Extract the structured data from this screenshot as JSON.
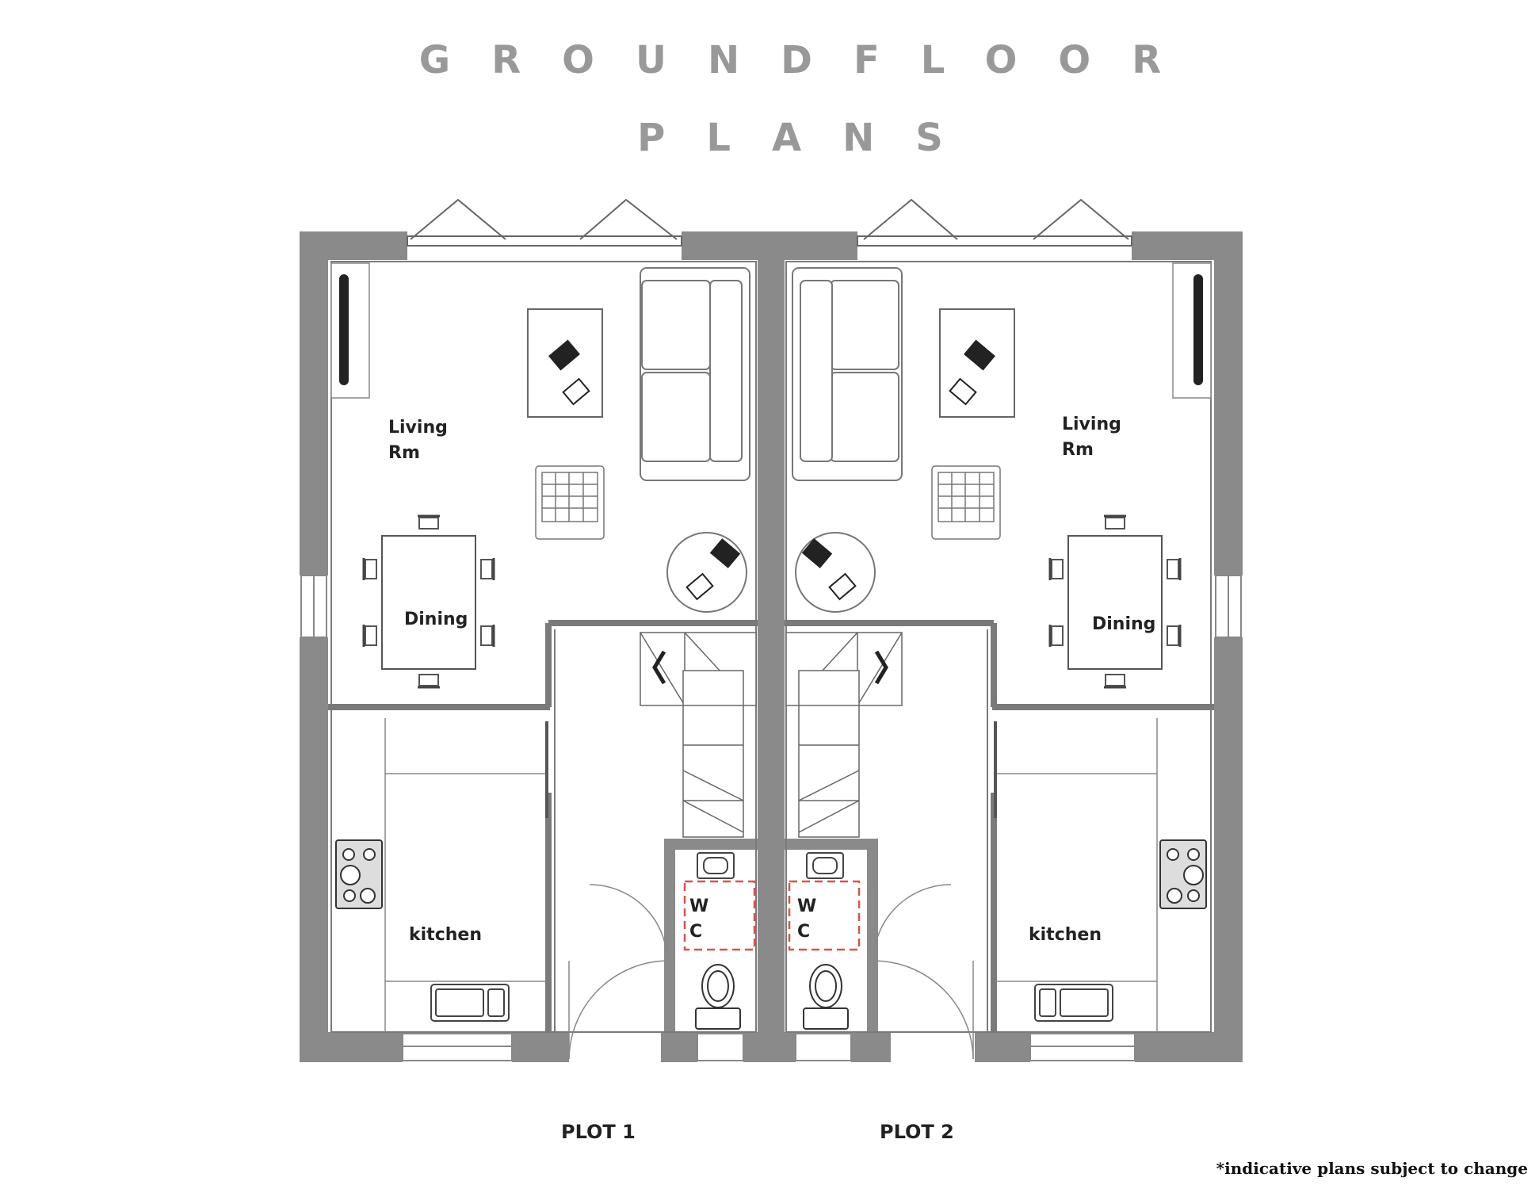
{
  "title": {
    "line1": "GROUNDFLOOR",
    "line2": "PLANS"
  },
  "plot1": {
    "name": "PLOT 1",
    "rooms": {
      "living_line1": "Living",
      "living_line2": "Rm",
      "dining": "Dining",
      "kitchen": "kitchen",
      "wc_line1": "W",
      "wc_line2": "C"
    }
  },
  "plot2": {
    "name": "PLOT 2",
    "rooms": {
      "living_line1": "Living",
      "living_line2": "Rm",
      "dining": "Dining",
      "kitchen": "kitchen",
      "wc_line1": "W",
      "wc_line2": "C"
    }
  },
  "note": "*indicative plans subject to change",
  "colors": {
    "wall": "#8a8a8a",
    "line": "#7a7a7a",
    "wc_dash": "#d9534f",
    "text": "#222222"
  },
  "icons": [
    "sofa-icon",
    "coffee-table-icon",
    "armchair-icon",
    "dining-table-icon",
    "chair-icon",
    "stairs-icon",
    "hob-icon",
    "sink-icon",
    "toilet-icon",
    "door-swing-icon",
    "window-icon",
    "tv-unit-icon"
  ]
}
